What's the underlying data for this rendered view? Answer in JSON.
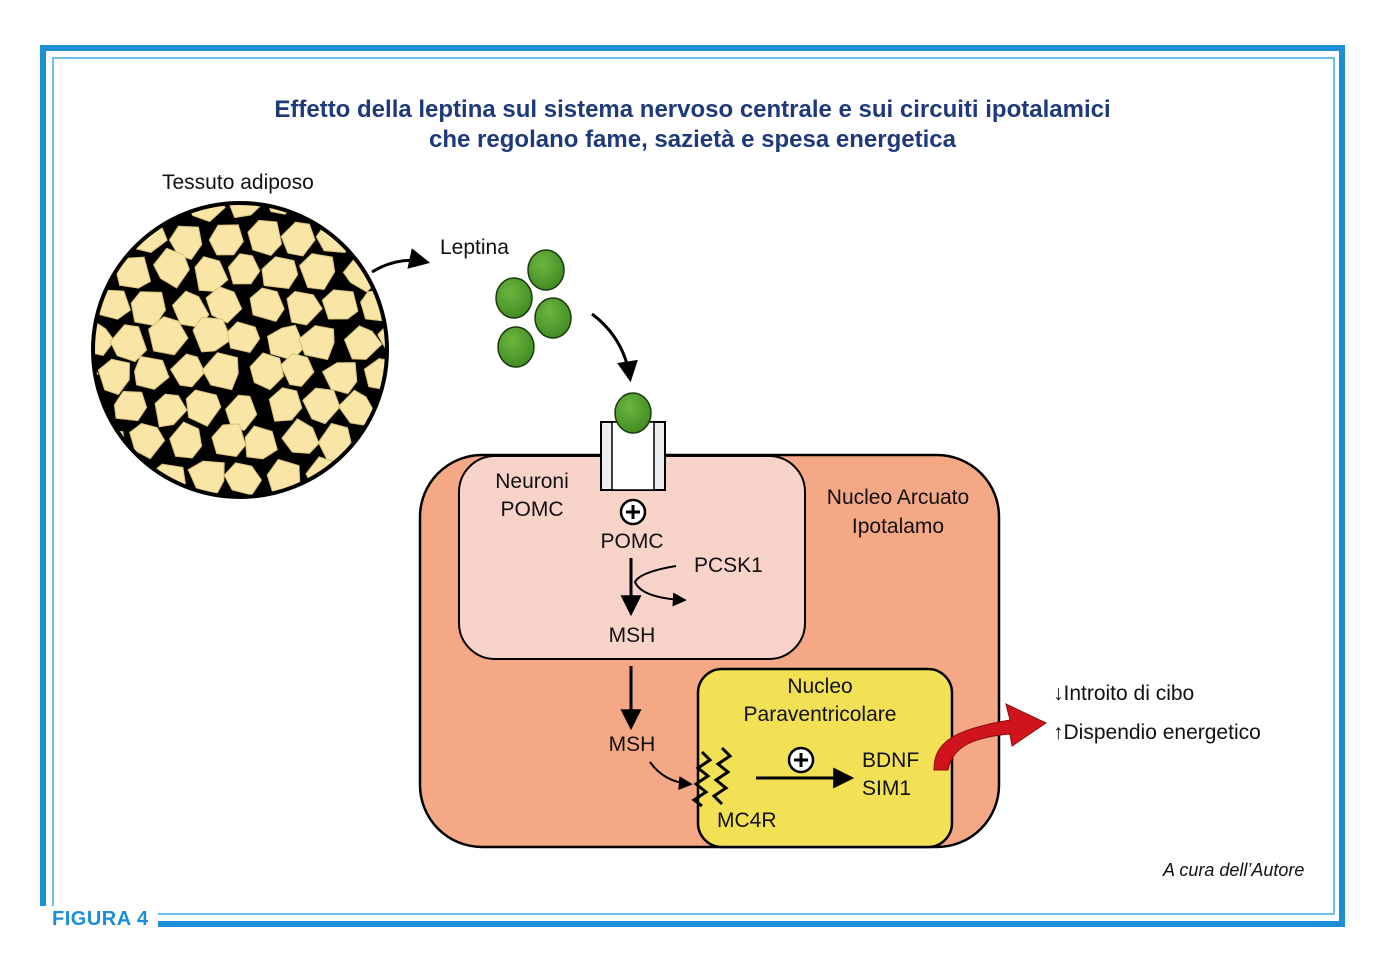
{
  "title": {
    "line1": "Effetto della leptina sul sistema nervoso centrale e sui circuiti ipotalamici",
    "line2": "che regolano fame, sazietà e spesa energetica"
  },
  "labels": {
    "adipose": "Tessuto adiposo",
    "leptin": "Leptina",
    "pomc_neurons_1": "Neuroni",
    "pomc_neurons_2": "POMC",
    "pomc": "POMC",
    "pcsk1": "PCSK1",
    "msh_inner": "MSH",
    "msh_outer": "MSH",
    "arcuate_1": "Nucleo Arcuato",
    "arcuate_2": "Ipotalamo",
    "pvn_1": "Nucleo",
    "pvn_2": "Paraventricolare",
    "bdnf": "BDNF",
    "sim1": "SIM1",
    "mc4r": "MC4R",
    "plus_sign": "+",
    "effect_1": "↓Introito di cibo",
    "effect_2": "↑Dispendio energetico"
  },
  "footer": {
    "figure_label": "FIGURA 4",
    "credit": "A cura dell’Autore"
  },
  "colors": {
    "frame": "#1b8ed6",
    "title": "#1f3a7a",
    "arcuate": "#f4a886",
    "pomc_box": "#f8d3ca",
    "pvn_box": "#f2e055",
    "leptin": "#4f9a2c",
    "adipocyte": "#f9e6a6",
    "red_arrow": "#d0141b"
  }
}
